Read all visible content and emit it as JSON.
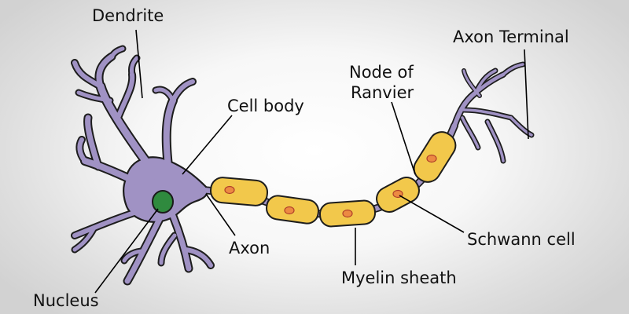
{
  "colors": {
    "neuron": "#a092c4",
    "myelin": "#f2c84b",
    "schwann_nucleus": "#ec8a42",
    "nucleus": "#2f8a3e"
  },
  "labels": {
    "dendrite": "Dendrite",
    "cell_body": "Cell body",
    "nucleus": "Nucleus",
    "axon": "Axon",
    "myelin_sheath": "Myelin sheath",
    "schwann_cell": "Schwann cell",
    "node_of_ranvier_line1": "Node of",
    "node_of_ranvier_line2": "Ranvier",
    "axon_terminal": "Axon Terminal"
  }
}
